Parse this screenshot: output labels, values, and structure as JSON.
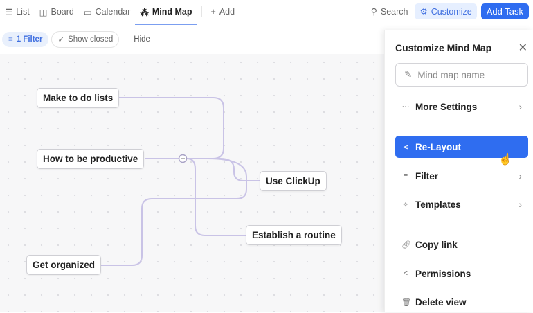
{
  "tabs": [
    {
      "label": "List",
      "icon": "list-icon"
    },
    {
      "label": "Board",
      "icon": "board-icon"
    },
    {
      "label": "Calendar",
      "icon": "calendar-icon"
    },
    {
      "label": "Mind Map",
      "icon": "mind-map-icon",
      "active": true
    },
    {
      "label": "Add",
      "icon": "plus-icon"
    }
  ],
  "header": {
    "search": "Search",
    "customize": "Customize",
    "add_task": "Add Task"
  },
  "toolbar": {
    "filter": "1 Filter",
    "show_closed": "Show closed",
    "hide": "Hide"
  },
  "nodes": {
    "todo": "Make to do lists",
    "productive": "How to be productive",
    "clickup": "Use ClickUp",
    "routine": "Establish a routine",
    "organized": "Get organized"
  },
  "panel": {
    "title": "Customize Mind Map",
    "name_placeholder": "Mind map name",
    "more_settings": "More Settings",
    "relayout": "Re-Layout",
    "filter": "Filter",
    "templates": "Templates",
    "copy_link": "Copy link",
    "permissions": "Permissions",
    "delete_view": "Delete view"
  },
  "colors": {
    "accent": "#2f6df0",
    "connector": "#c9c3e6"
  }
}
